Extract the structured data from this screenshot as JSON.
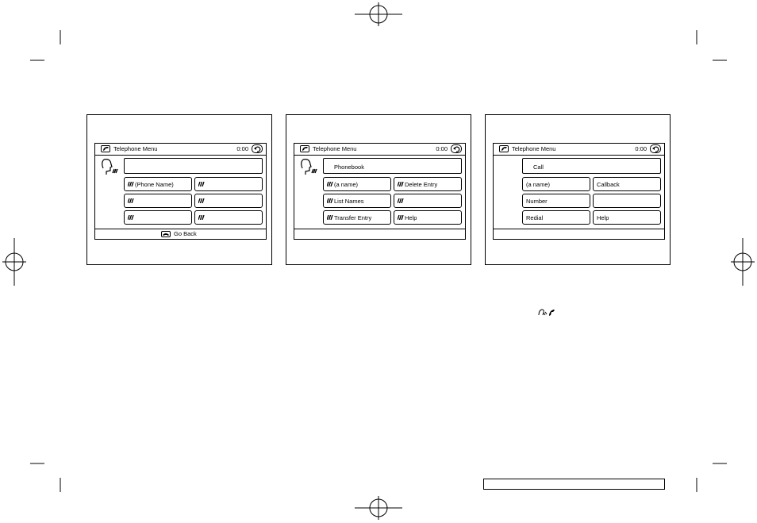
{
  "screens": [
    {
      "title": "Telephone Menu",
      "time": "0:00",
      "entry_text": "",
      "buttons": [
        {
          "label": "(Phone Name)",
          "voice": true
        },
        {
          "label": "",
          "voice": true
        },
        {
          "label": "",
          "voice": true
        },
        {
          "label": "",
          "voice": true
        },
        {
          "label": "",
          "voice": true
        },
        {
          "label": "",
          "voice": true
        }
      ],
      "footer_label": "Go Back"
    },
    {
      "title": "Telephone Menu",
      "time": "0:00",
      "entry_text": "Phonebook",
      "buttons": [
        {
          "label": "(a name)",
          "voice": true
        },
        {
          "label": "Delete Entry",
          "voice": true
        },
        {
          "label": "List Names",
          "voice": true
        },
        {
          "label": "",
          "voice": true
        },
        {
          "label": "Transfer Entry",
          "voice": true
        },
        {
          "label": "Help",
          "voice": true
        }
      ],
      "footer_label": ""
    },
    {
      "title": "Telephone Menu",
      "time": "0:00",
      "entry_text": "Call",
      "buttons": [
        {
          "label": "(a name)",
          "voice": false
        },
        {
          "label": "Callback",
          "voice": false
        },
        {
          "label": "Number",
          "voice": false
        },
        {
          "label": "",
          "voice": false
        },
        {
          "label": "Redial",
          "voice": false
        },
        {
          "label": "Help",
          "voice": false
        }
      ],
      "footer_label": ""
    }
  ],
  "icons": {
    "phone": "phone-handset-icon",
    "back": "back-arrow-icon",
    "voice": "voice-command-icon",
    "inline": [
      "talk-icon",
      "phone-handset-icon"
    ]
  }
}
